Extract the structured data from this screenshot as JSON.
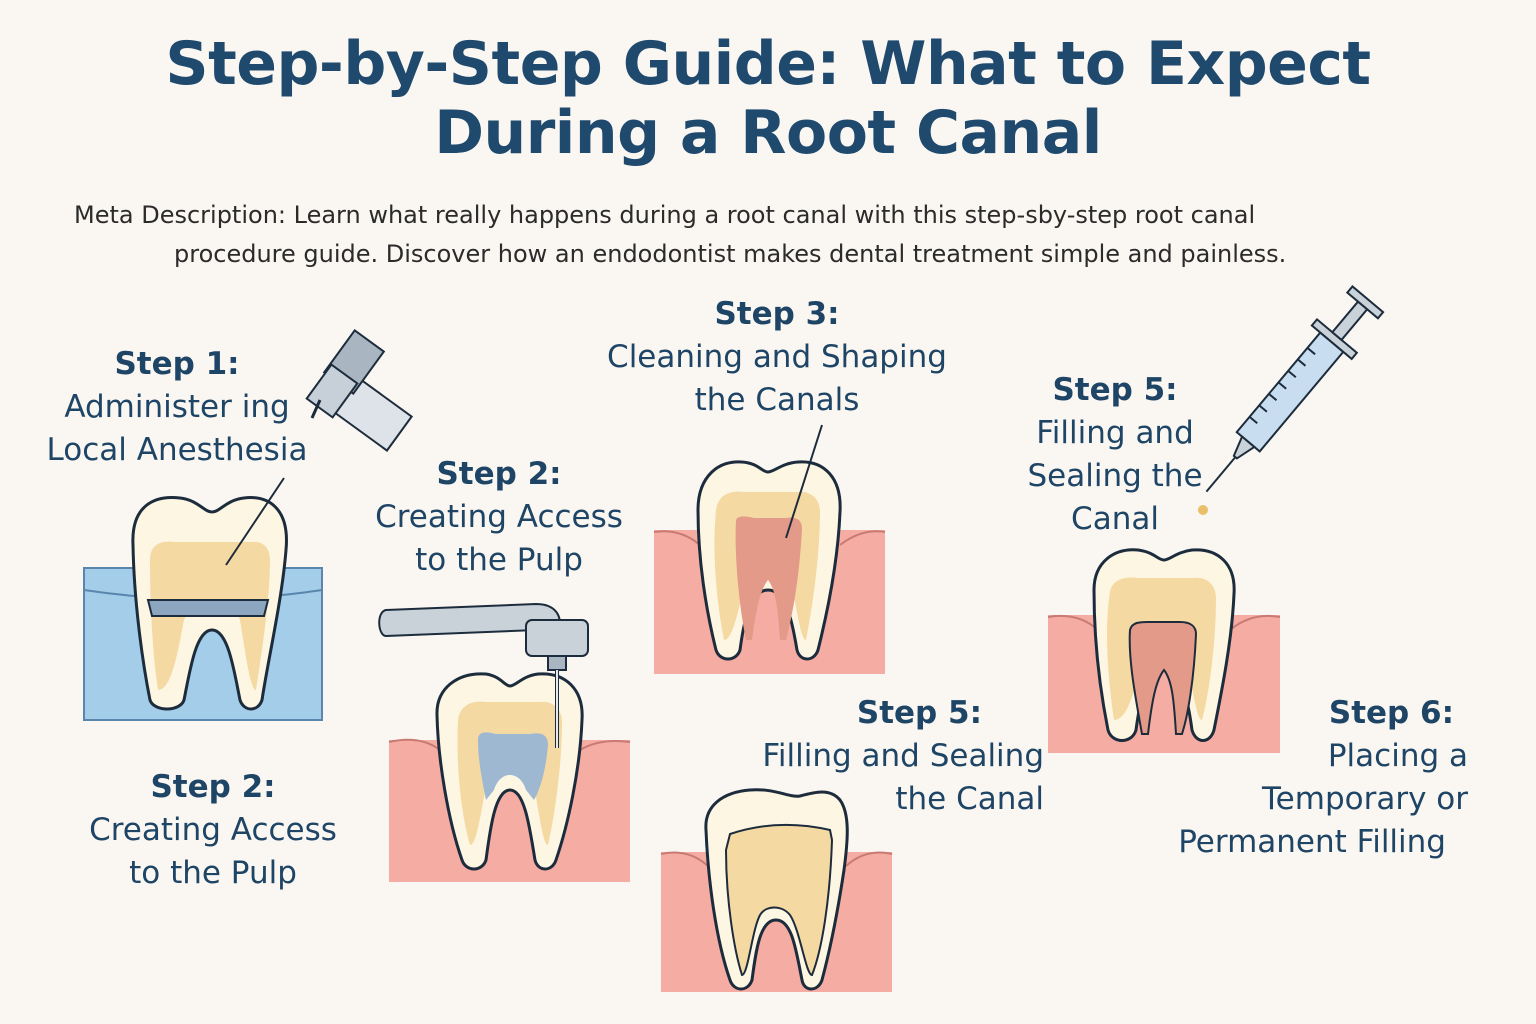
{
  "title": {
    "line1": "Step-by-Step Guide: What to Expect",
    "line2": "During a Root Canal"
  },
  "meta_description": {
    "line1": "Meta Description: Learn what really happens during a root canal with this step-sby-step root canal",
    "line2": "procedure guide. Discover how an endodontist makes dental treatment simple and painless."
  },
  "steps": [
    {
      "num": "Step 1:",
      "lines": [
        "Administer ing",
        "Local Anesthesia"
      ]
    },
    {
      "num": "Step 2:",
      "lines": [
        "Creating Access",
        "to the Pulp"
      ]
    },
    {
      "num": "Step 3:",
      "lines": [
        "Cleaning and Shaping",
        "the Canals"
      ]
    },
    {
      "num": "Step 5:",
      "lines": [
        "Filling and",
        "Sealing the",
        "Canal"
      ]
    },
    {
      "num": "Step 2:",
      "lines": [
        "Creating Access",
        "to the Pulp"
      ]
    },
    {
      "num": "Step 5:",
      "lines": [
        "Filling and Sealing",
        "the Canal"
      ]
    },
    {
      "num": "Step 6:",
      "lines": [
        "Placing a",
        "Temporary or",
        "Permanent Filling"
      ]
    }
  ],
  "colors": {
    "heading": "#1f4a6e",
    "gum": "#f4aca3",
    "anesthesia_area": "#a3cde9",
    "dentin": "#f5d9a3",
    "enamel": "#fdf6e3",
    "pulp": "#e39a89",
    "pulp_blue": "#9eb8d2",
    "outline": "#1d2c3c"
  }
}
